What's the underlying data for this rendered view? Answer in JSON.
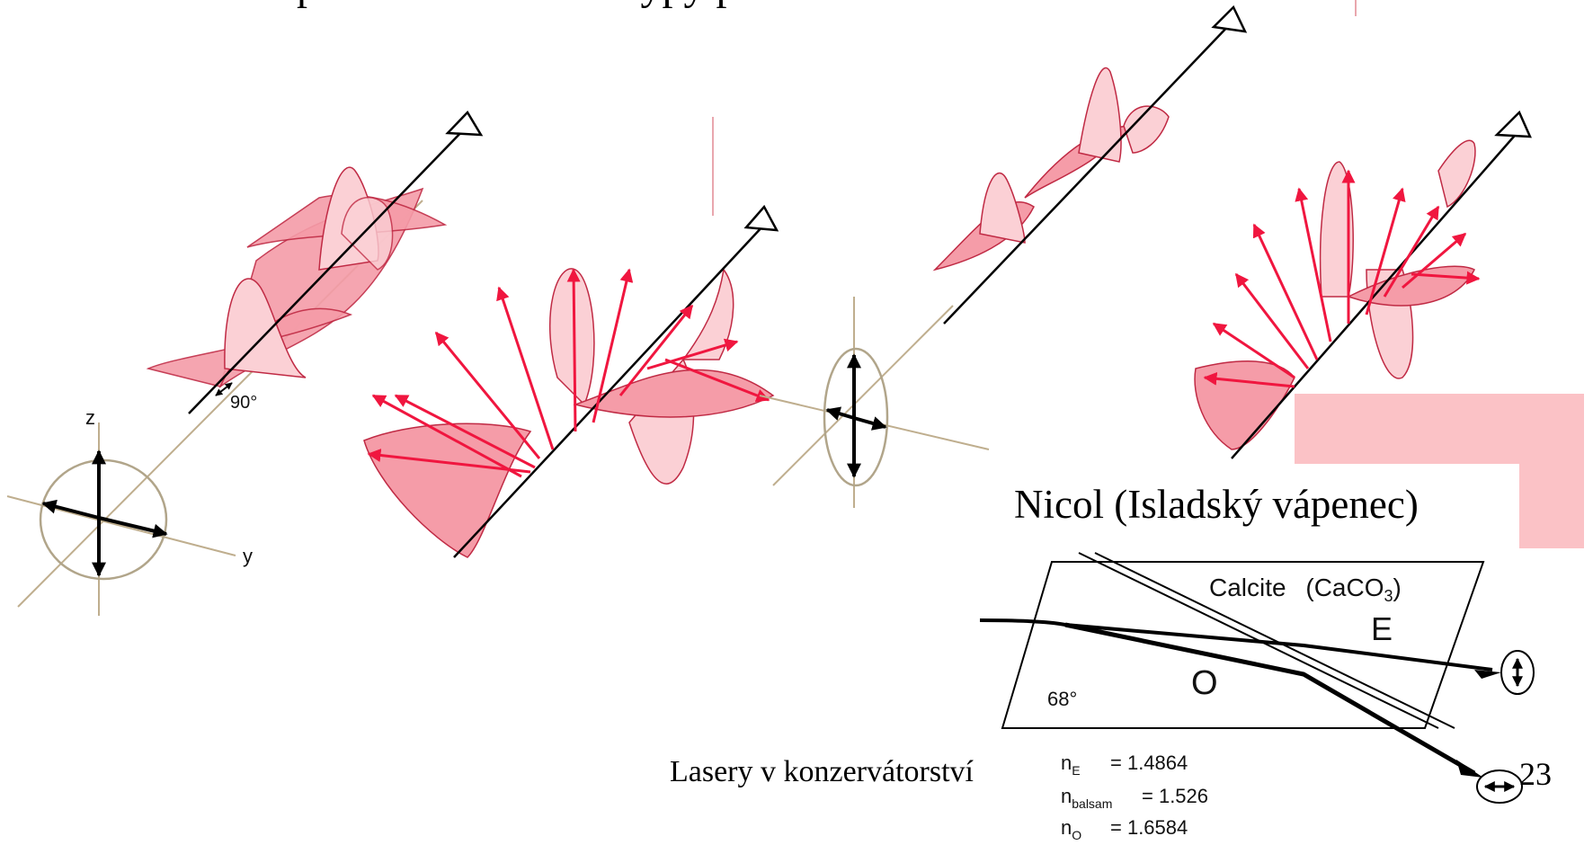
{
  "page": {
    "title": "polarizace světla – typy polarizace",
    "nicol_title": "Nicol (Isladský vápenec)",
    "footer": "Lasery v konzervátorství",
    "page_number": "23"
  },
  "circular_figure": {
    "z_label": "z",
    "y_label": "y",
    "phase_label": "90°"
  },
  "calcite_figure": {
    "crystal_label": "Calcite",
    "formula_prefix": "(CaCO",
    "formula_sub": "3",
    "formula_suffix": ")",
    "e_ray_label": "E",
    "o_ray_label": "O",
    "angle_label": "68°",
    "indices": [
      {
        "symbol": "n",
        "sub": "E",
        "value": "= 1.4864"
      },
      {
        "symbol": "n",
        "sub": "balsam",
        "value": "= 1.526"
      },
      {
        "symbol": "n",
        "sub": "O",
        "value": "= 1.6584"
      }
    ]
  },
  "colors": {
    "wave_fill": "#f59ca8",
    "wave_fill_light": "#fbd0d5",
    "wave_stroke": "#c02a44",
    "arrow_red": "#f0163f",
    "ellipse": "#b1a58a",
    "axis_line": "#bfae8e",
    "panel_pink": "#fbc2c6"
  }
}
